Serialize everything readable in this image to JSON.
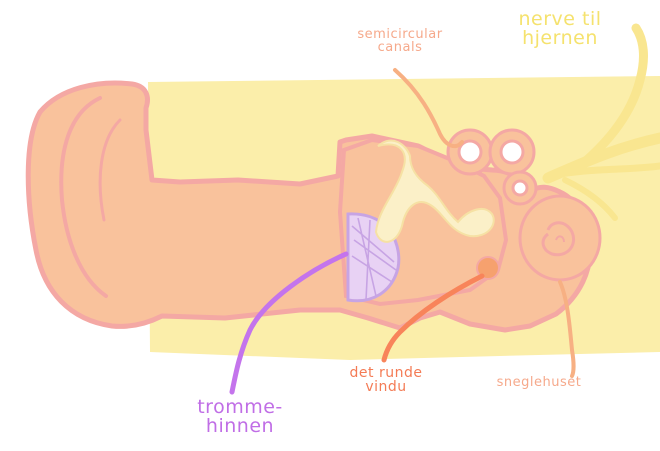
{
  "colors": {
    "background": "#ffffff",
    "head_fill": "#fbeeaa",
    "ear_fill": "#f9c29c",
    "ear_outline": "#f4a8a4",
    "eardrum_fill": "#e8d2f4",
    "eardrum_line": "#c7a4e4",
    "ossicle_fill": "#fbf0c8",
    "nerve_yellow": "#f9e690",
    "leader_purple": "#c474ec",
    "leader_orange": "#f8845a",
    "leader_peach": "#f7b083",
    "round_window": "#f6a16e"
  },
  "labels": {
    "semicircular": [
      "semicircular",
      "canals"
    ],
    "nerve": [
      "nerve til",
      "hjernen"
    ],
    "round_window": [
      "det runde",
      "vindu"
    ],
    "cochlea": [
      "sneglehuset"
    ],
    "eardrum": [
      "tromme-",
      "hinnen"
    ]
  }
}
